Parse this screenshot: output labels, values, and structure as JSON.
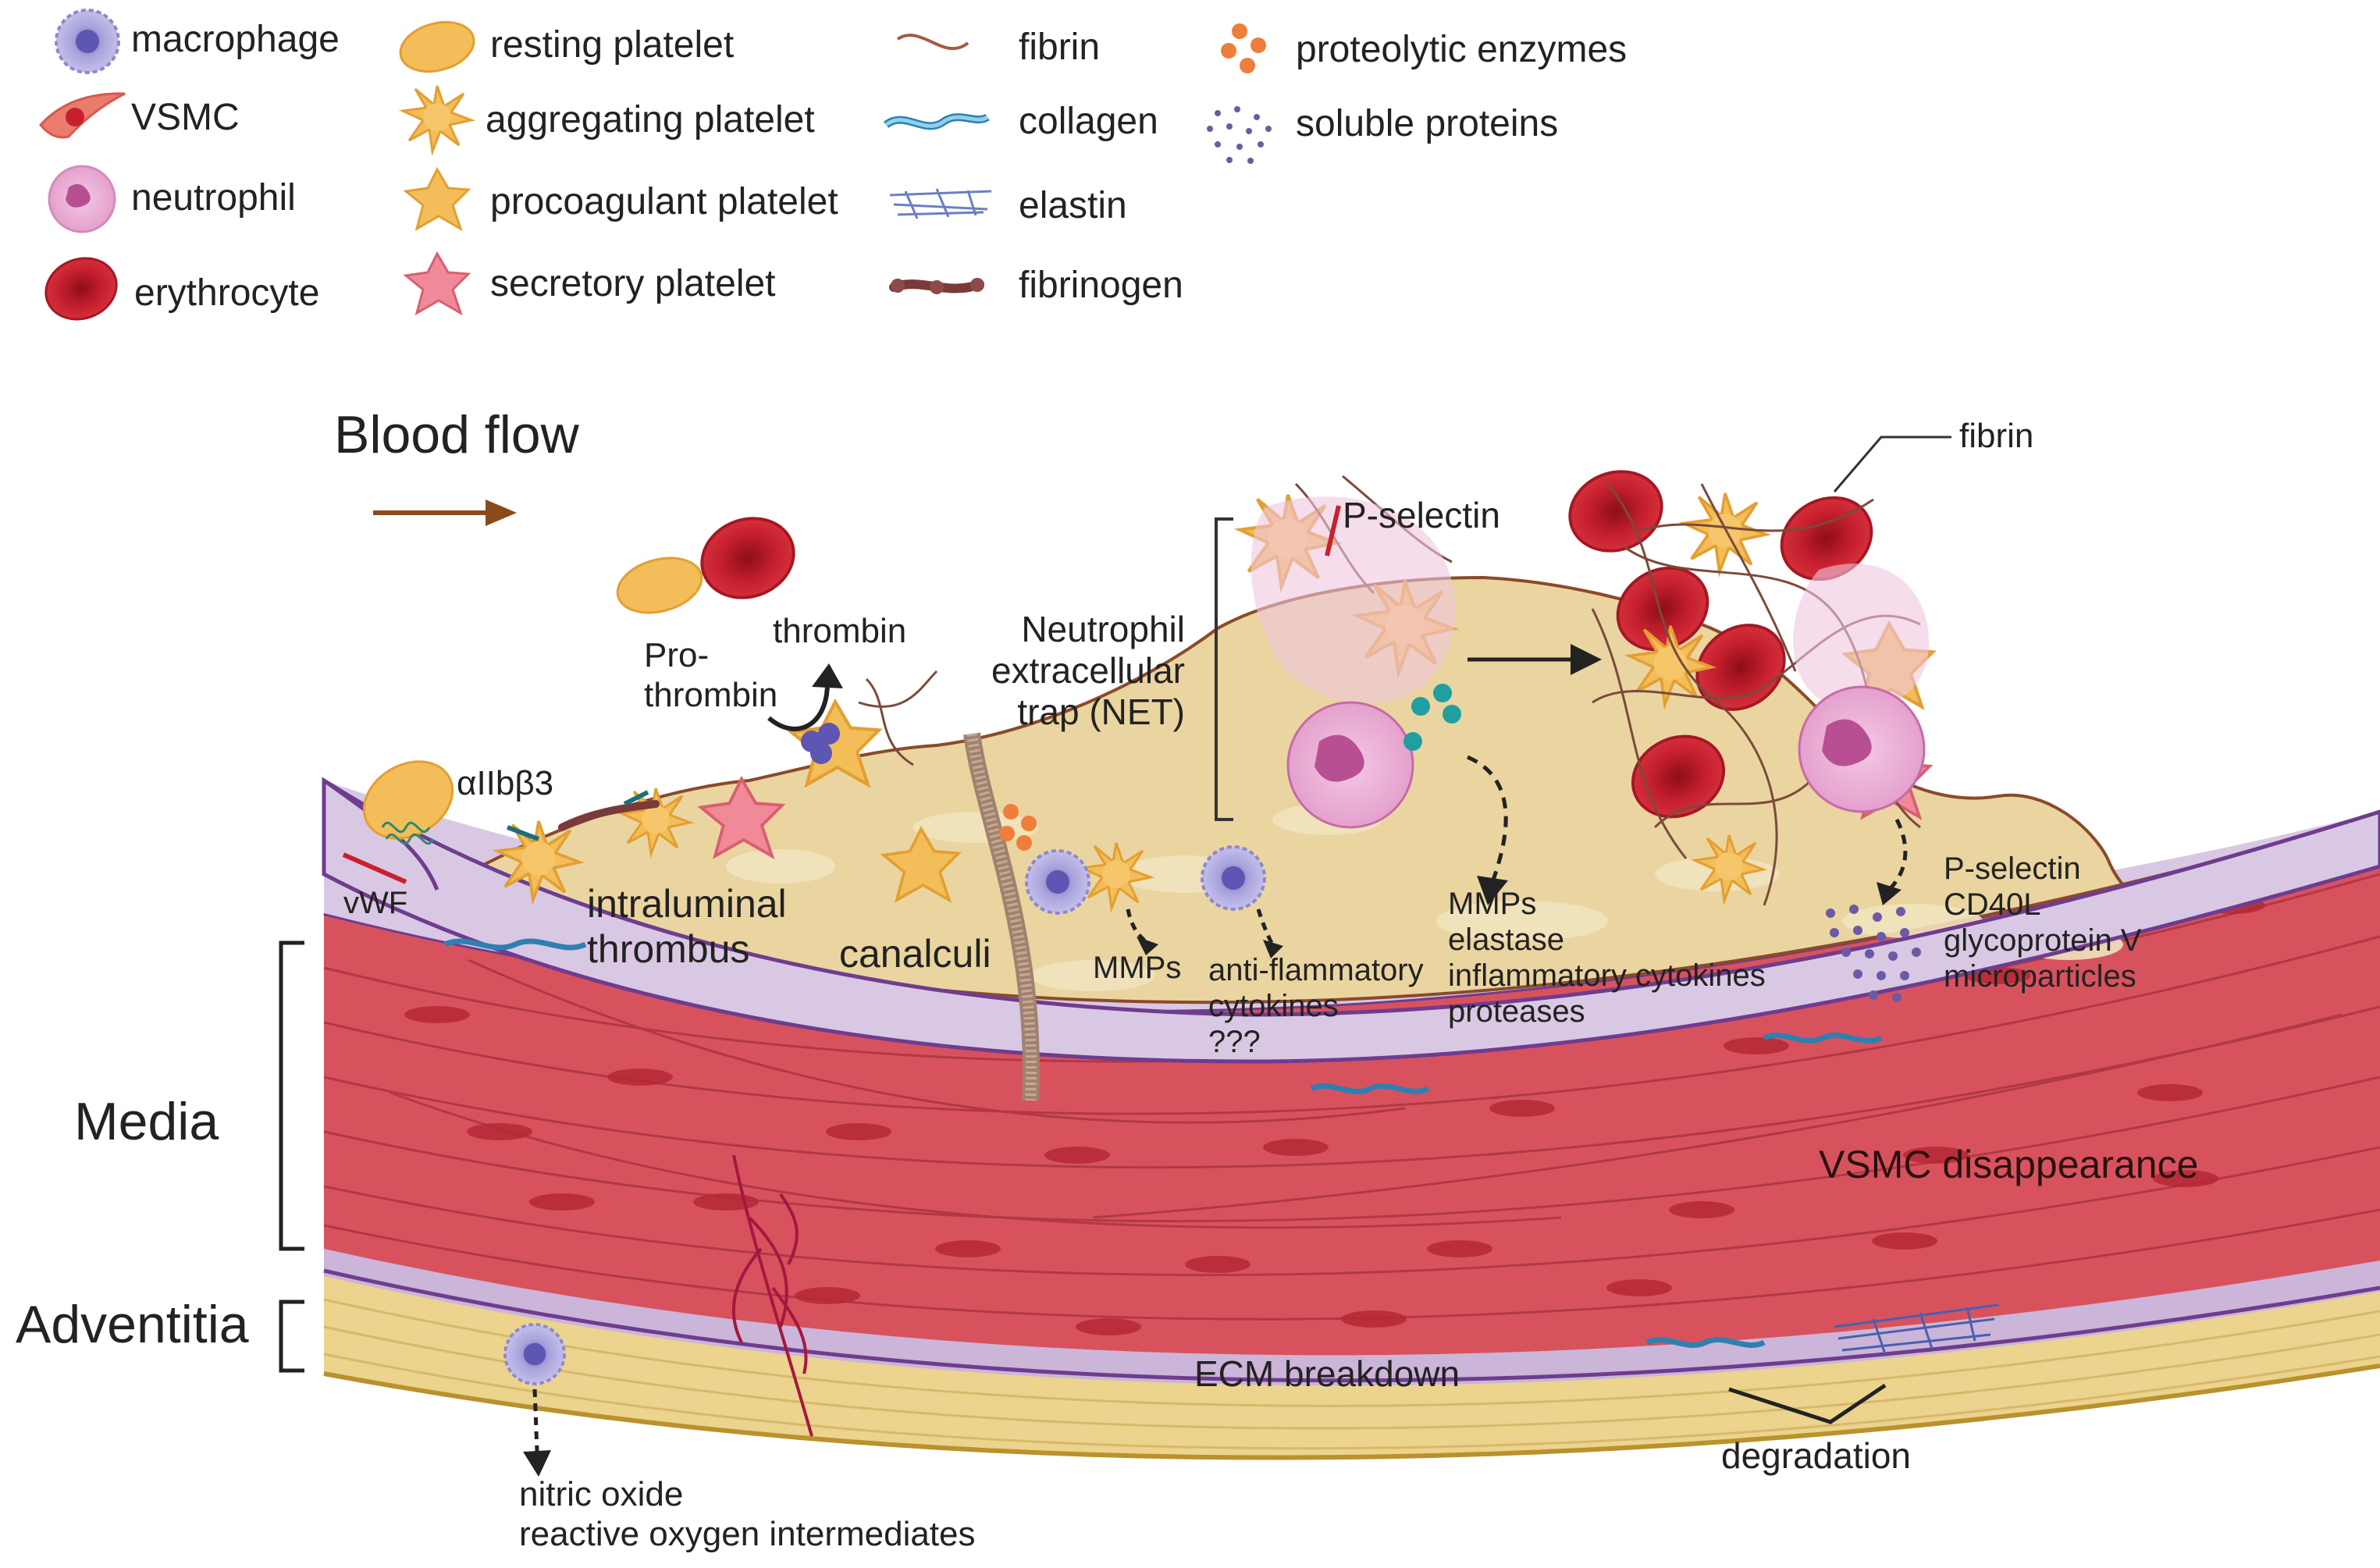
{
  "legend": {
    "macrophage": "macrophage",
    "vsmc": "VSMC",
    "neutrophil": "neutrophil",
    "erythrocyte": "erythrocyte",
    "resting_platelet": "resting platelet",
    "aggregating_platelet": "aggregating platelet",
    "procoagulant_platelet": "procoagulant platelet",
    "secretory_platelet": "secretory  platelet",
    "fibrin": "fibrin",
    "collagen": "collagen",
    "elastin": "elastin",
    "fibrinogen": "fibrinogen",
    "proteolytic_enzymes": "proteolytic enzymes",
    "soluble_proteins": "soluble proteins"
  },
  "diagram": {
    "blood_flow": "Blood flow",
    "prothrombin": "Pro-\nthrombin",
    "thrombin": "thrombin",
    "aiib3": "αIIbβ3",
    "vwf": "vWF",
    "intraluminal_thrombus": "intraluminal\nthrombus",
    "canalculi": "canalculi",
    "net": "Neutrophil\nextracellular\ntrap (NET)",
    "pselectin_top": "P-selectin",
    "fibrin_top": "fibrin",
    "mmps_macrophage": "MMPs",
    "anti_inflammatory": "anti-flammatory\ncytokines\n???",
    "neutrophil_products": "MMPs\nelastase\ninflammatory cytokines\nproteases",
    "platelet_products": "P-selectin\nCD40L\nglycoprotein V\nmicroparticles",
    "vsmc_disappearance": "VSMC disappearance",
    "media": "Media",
    "adventitia": "Adventitia",
    "ecm_breakdown": "ECM breakdown",
    "degradation": "degradation",
    "nitric_oxide": "nitric oxide\nreactive oxygen intermediates"
  },
  "colors": {
    "thrombus": "#ead5a0",
    "intima": "#d9c8e3",
    "media": "#d8525e",
    "adventitia": "#ecd38e",
    "erythrocyte": "#c8202f",
    "platelet": "#f3bd5a",
    "secretory_platelet": "#f08a98",
    "neutrophil": "#e7a6cf",
    "macrophage": "#a9a3dc",
    "flow_arrow": "#8b4a1a"
  },
  "icons": [
    "macrophage-icon",
    "vsmc-icon",
    "neutrophil-icon",
    "erythrocyte-icon",
    "resting-platelet-icon",
    "aggregating-platelet-icon",
    "procoagulant-platelet-icon",
    "secretory-platelet-icon",
    "fibrin-icon",
    "collagen-icon",
    "elastin-icon",
    "fibrinogen-icon",
    "proteolytic-enzymes-icon",
    "soluble-proteins-icon"
  ]
}
